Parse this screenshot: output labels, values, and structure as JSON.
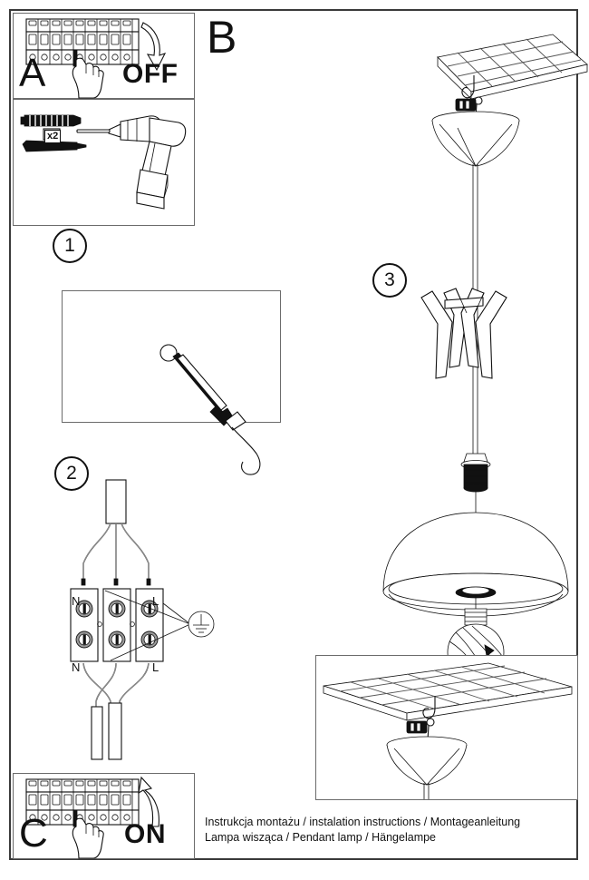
{
  "document": {
    "type": "installation-instruction-sheet",
    "caption_line1": "Instrukcja montażu / instalation instructions / Montageanleitung",
    "caption_line2": "Lampa wisząca / Pendant lamp / Hängelampe"
  },
  "labels": {
    "panel_a": "A",
    "panel_b": "B",
    "panel_c": "C",
    "off": "OFF",
    "on": "ON",
    "step_1": "1",
    "step_2": "2",
    "step_3": "3",
    "quantity_x2": "x2"
  },
  "wiring": {
    "neutral_top": "N",
    "live_top": "L",
    "neutral_bottom": "N",
    "live_bottom": "L",
    "earth_symbol": "earth-ground-symbol"
  },
  "icons": {
    "breaker_off": "circuit-breaker-panel-off-icon",
    "breaker_on": "circuit-breaker-panel-on-icon",
    "hand": "pointing-hand-icon",
    "arrow_down": "curved-arrow-down-icon",
    "arrow_up": "curved-arrow-up-icon",
    "wall_plug": "wall-plug-anchor-icon",
    "screw": "screw-icon",
    "drill": "cordless-drill-icon",
    "hook_screw": "hook-screw-icon",
    "ceiling_plate": "ceiling-tile-plate-icon",
    "canopy": "lamp-canopy-cone-icon",
    "tripod": "decorative-tripod-icon",
    "socket": "lamp-socket-icon",
    "dome_shade": "dome-lampshade-icon",
    "bulb": "globe-light-bulb-icon",
    "terminal_block": "terminal-block-icon"
  },
  "colors": {
    "ink": "#111111",
    "frame": "#3a3a3a",
    "panel_border": "#6b6b6b",
    "wire_grey": "#555555",
    "background": "#ffffff"
  }
}
